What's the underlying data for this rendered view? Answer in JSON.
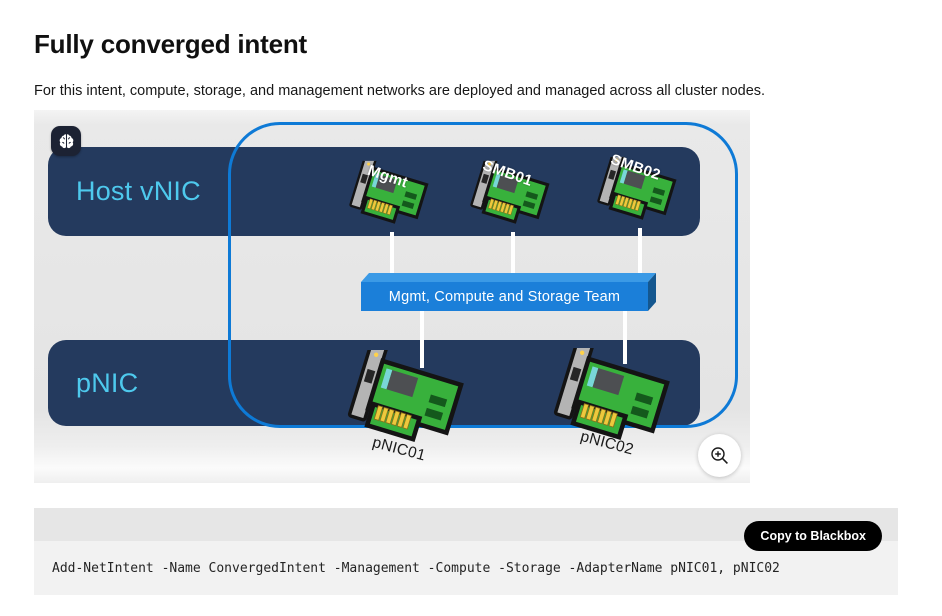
{
  "page": {
    "title": "Fully converged intent",
    "description": "For this intent, compute, storage, and management networks are deployed and managed across all cluster nodes."
  },
  "diagram": {
    "host_vnic_label": "Host vNIC",
    "pnic_row_label": "pNIC",
    "team_box_label": "Mgmt, Compute and Storage Team",
    "vnics": [
      {
        "label": "Mgmt"
      },
      {
        "label": "SMB01"
      },
      {
        "label": "SMB02"
      }
    ],
    "pnics": [
      {
        "label": "pNIC01"
      },
      {
        "label": "pNIC02"
      }
    ],
    "icons": {
      "badge": "brain-icon",
      "zoom": "magnifier-plus-icon",
      "adapter": "network-card-icon"
    },
    "colors": {
      "navy_box": "#243a5e",
      "cyan_label": "#4ec9ed",
      "blue_outline": "#0e7ad6",
      "team_box_front": "#1b7fd9",
      "team_box_top": "#3b9ae6",
      "team_box_side": "#14578f",
      "wire": "#ffffff",
      "card_green": "#38b13c",
      "diagram_background": "#e6e6e6"
    }
  },
  "code_block": {
    "copy_button_label": "Copy to Blackbox",
    "code": "Add-NetIntent -Name ConvergedIntent -Management -Compute -Storage -AdapterName pNIC01, pNIC02"
  }
}
